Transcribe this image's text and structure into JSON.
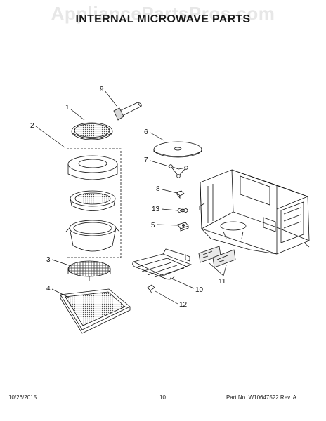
{
  "watermark": "AppliancePartsPros.com",
  "title": "INTERNAL MICROWAVE PARTS",
  "callouts": {
    "c1": "1",
    "c2": "2",
    "c3": "3",
    "c4": "4",
    "c5": "5",
    "c6": "6",
    "c7": "7",
    "c8": "8",
    "c9": "9",
    "c10": "10",
    "c11": "11",
    "c12": "12",
    "c13": "13"
  },
  "footer": {
    "date": "10/26/2015",
    "page": "10",
    "part": "Part No.  W10647522  Rev.  A"
  }
}
